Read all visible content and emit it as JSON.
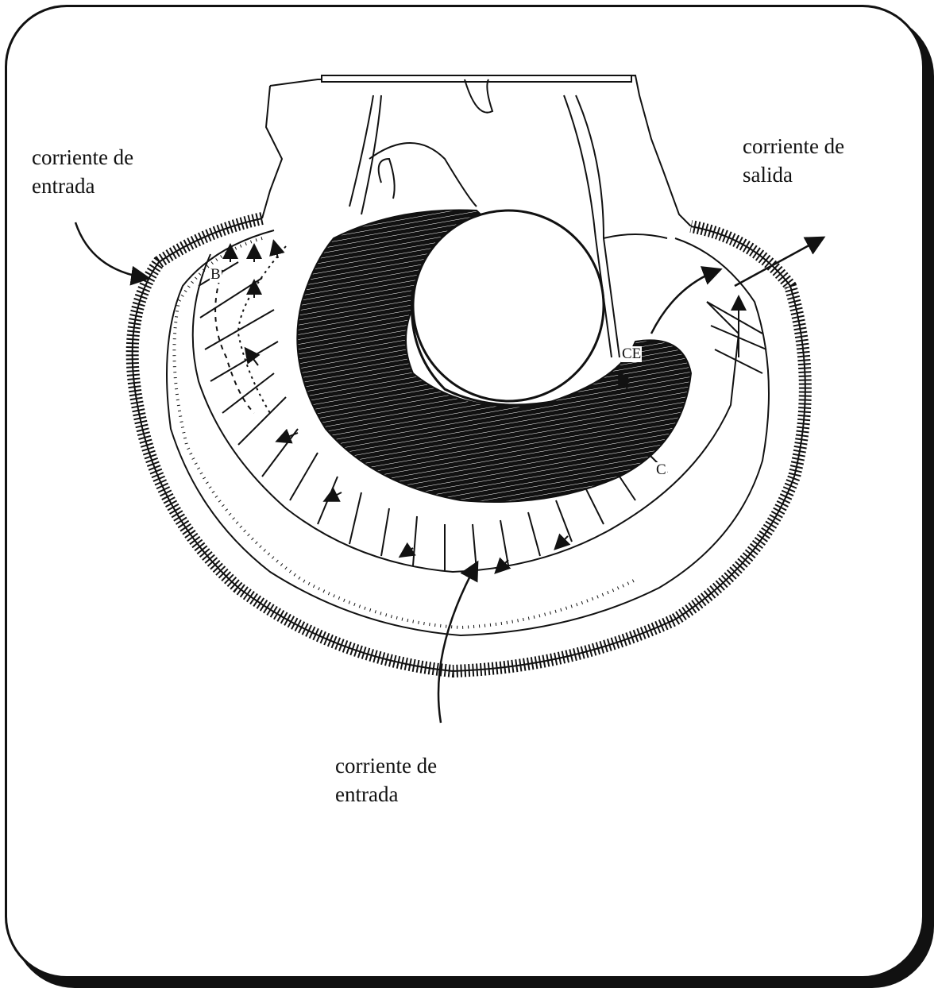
{
  "labels": {
    "inflow_left": {
      "line1": "corriente de",
      "line2": "entrada"
    },
    "outflow_right": {
      "line1": "corriente de",
      "line2": "salida"
    },
    "inflow_bottom": {
      "line1": "corriente de",
      "line2": "entrada"
    },
    "marker_b": "B",
    "marker_ce": "CE",
    "marker_c": "C"
  }
}
